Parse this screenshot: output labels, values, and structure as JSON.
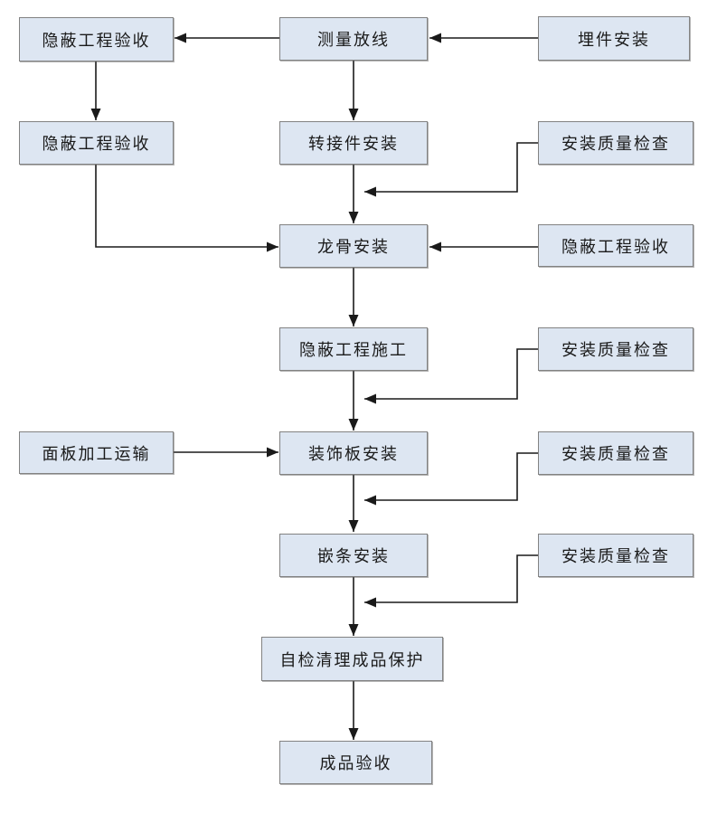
{
  "diagram": {
    "type": "flowchart",
    "direction": "top-down",
    "colors": {
      "node_fill": "#dde6f2",
      "node_border": "#828282",
      "arrow": "#1a1a1a",
      "background": "#ffffff"
    },
    "nodes": [
      {
        "id": "hidden-work-acceptance-top",
        "label": "隐蔽工程验收"
      },
      {
        "id": "measure-setout",
        "label": "测量放线"
      },
      {
        "id": "embedded-parts-installation",
        "label": "埋件安装"
      },
      {
        "id": "hidden-work-acceptance-left",
        "label": "隐蔽工程验收"
      },
      {
        "id": "adapter-installation",
        "label": "转接件安装"
      },
      {
        "id": "installation-quality-check-1",
        "label": "安装质量检查"
      },
      {
        "id": "keel-installation",
        "label": "龙骨安装"
      },
      {
        "id": "hidden-work-acceptance-right",
        "label": "隐蔽工程验收"
      },
      {
        "id": "hidden-work-construction",
        "label": "隐蔽工程施工"
      },
      {
        "id": "installation-quality-check-2",
        "label": "安装质量检查"
      },
      {
        "id": "panel-processing-transport",
        "label": "面板加工运输"
      },
      {
        "id": "decorative-panel-installation",
        "label": "装饰板安装"
      },
      {
        "id": "installation-quality-check-3",
        "label": "安装质量检查"
      },
      {
        "id": "trim-strip-installation",
        "label": "嵌条安装"
      },
      {
        "id": "installation-quality-check-4",
        "label": "安装质量检查"
      },
      {
        "id": "self-check-cleanup-protection",
        "label": "自检清理成品保护"
      },
      {
        "id": "finished-product-acceptance",
        "label": "成品验收"
      }
    ],
    "edges": [
      {
        "from": "embedded-parts-installation",
        "to": "measure-setout"
      },
      {
        "from": "measure-setout",
        "to": "hidden-work-acceptance-top"
      },
      {
        "from": "hidden-work-acceptance-top",
        "to": "hidden-work-acceptance-left"
      },
      {
        "from": "hidden-work-acceptance-left",
        "to": "keel-installation"
      },
      {
        "from": "measure-setout",
        "to": "adapter-installation"
      },
      {
        "from": "adapter-installation",
        "to": "keel-installation"
      },
      {
        "from": "installation-quality-check-1",
        "to": "keel-installation"
      },
      {
        "from": "hidden-work-acceptance-right",
        "to": "keel-installation"
      },
      {
        "from": "keel-installation",
        "to": "hidden-work-construction"
      },
      {
        "from": "installation-quality-check-2",
        "to": "decorative-panel-installation"
      },
      {
        "from": "hidden-work-construction",
        "to": "decorative-panel-installation"
      },
      {
        "from": "panel-processing-transport",
        "to": "decorative-panel-installation"
      },
      {
        "from": "installation-quality-check-3",
        "to": "trim-strip-installation"
      },
      {
        "from": "decorative-panel-installation",
        "to": "trim-strip-installation"
      },
      {
        "from": "installation-quality-check-4",
        "to": "self-check-cleanup-protection"
      },
      {
        "from": "trim-strip-installation",
        "to": "self-check-cleanup-protection"
      },
      {
        "from": "self-check-cleanup-protection",
        "to": "finished-product-acceptance"
      }
    ]
  }
}
